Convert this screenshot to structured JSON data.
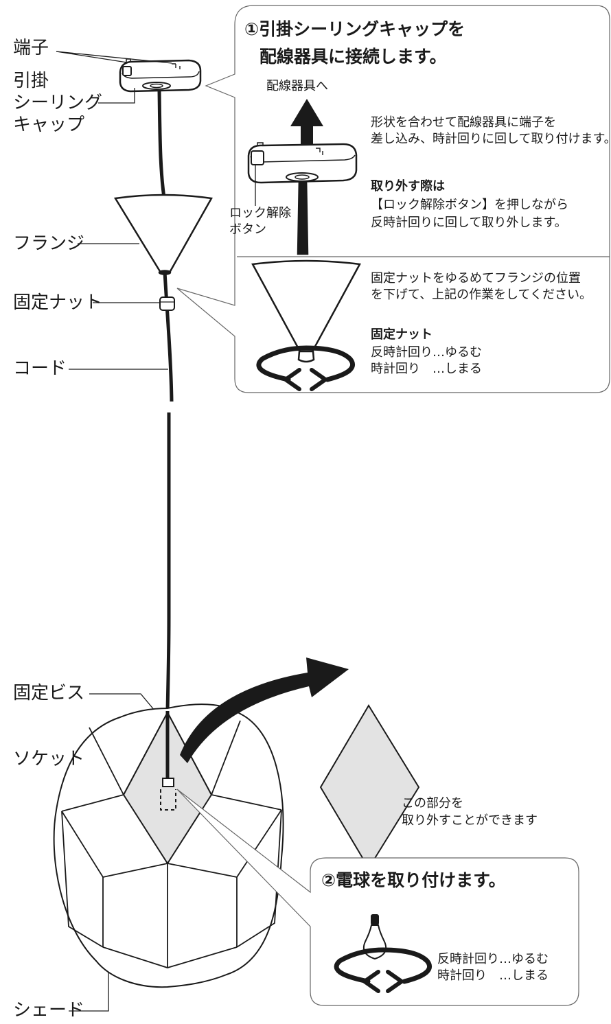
{
  "labels": {
    "terminal": "端子",
    "cap_line1": "引掛",
    "cap_line2": "シーリング",
    "cap_line3": "キャップ",
    "flange": "フランジ",
    "nut": "固定ナット",
    "cord": "コード",
    "screw": "固定ビス",
    "socket": "ソケット",
    "shade": "シェード"
  },
  "step1": {
    "title_line1": "①引掛シーリングキャップを",
    "title_line2": "配線器具に接続します。",
    "arrow_label": "配線器具へ",
    "instruction_line1": "形状を合わせて配線器具に端子を",
    "instruction_line2": "差し込み、時計回りに回して取り付けます。",
    "remove_heading": "取り外す際は",
    "remove_line1": "【ロック解除ボタン】を押しながら",
    "remove_line2": "反時計回りに回して取り外します。",
    "lock_button_line1": "ロック解除",
    "lock_button_line2": "ボタン",
    "flange_line1": "固定ナットをゆるめてフランジの位置",
    "flange_line2": "を下げて、上記の作業をしてください。",
    "nut_heading": "固定ナット",
    "loosen": "反時計回り…ゆるむ",
    "tighten": "時計回り　…しまる"
  },
  "panel": {
    "caption_line1": "この部分を",
    "caption_line2": "取り外すことができます"
  },
  "step2": {
    "title": "②電球を取り付けます。",
    "loosen": "反時計回り…ゆるむ",
    "tighten": "時計回り　…しまる"
  },
  "icons": [
    "ceiling-cap-icon",
    "up-arrow-icon",
    "flange-icon",
    "rotate-arrow-icon",
    "bulb-icon",
    "curved-arrow-icon",
    "shade-icon",
    "panel-icon"
  ],
  "colors": {
    "line": "#1a1a1a",
    "fill_gray": "#e3e3e3",
    "panel_border": "#666666"
  }
}
